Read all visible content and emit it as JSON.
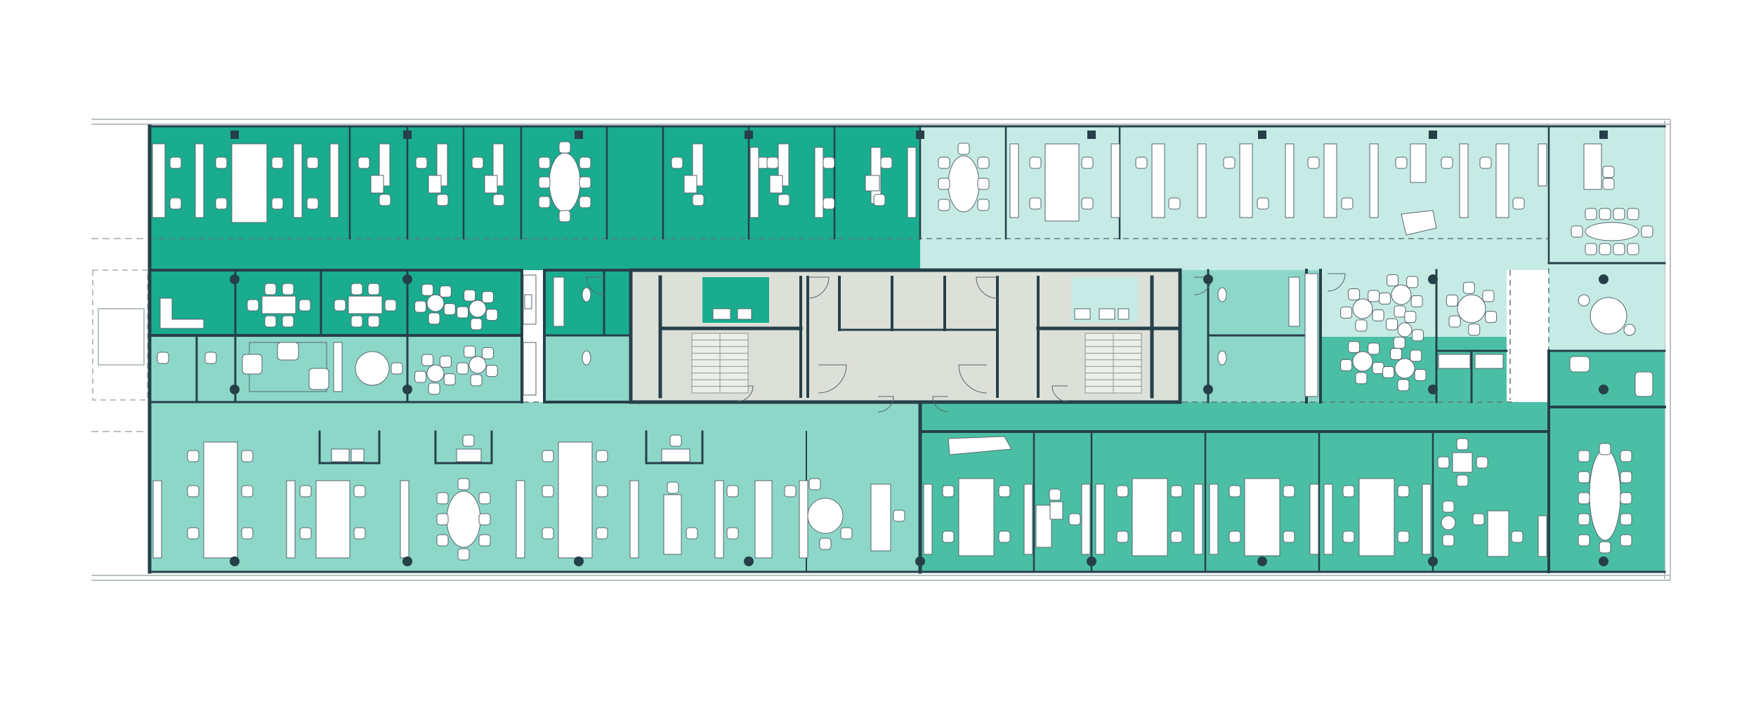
{
  "colors": {
    "dark_green": "#1aac8f",
    "medium_green": "#4bbfa5",
    "mint": "#8dd7c8",
    "pale_mint": "#c6ebe4",
    "core_gray": "#dde0d8",
    "wall": "#26404a",
    "furniture": "#ffffff",
    "furniture_stroke": "#56666c",
    "page": "#ffffff"
  },
  "zones": [
    {
      "name": "top-left-offices",
      "fill": "dark_green"
    },
    {
      "name": "top-left-corridor",
      "fill": "dark_green"
    },
    {
      "name": "left-meeting-rooms",
      "fill": "dark_green"
    },
    {
      "name": "top-right-open-office",
      "fill": "pale_mint"
    },
    {
      "name": "right-corridor",
      "fill": "pale_mint"
    },
    {
      "name": "left-middle-lounge",
      "fill": "mint"
    },
    {
      "name": "bottom-left-open-office",
      "fill": "mint"
    },
    {
      "name": "restrooms",
      "fill": "mint"
    },
    {
      "name": "bottom-right-offices",
      "fill": "medium_green"
    },
    {
      "name": "right-middle-meeting",
      "fill": "medium_green"
    },
    {
      "name": "building-core",
      "fill": "core_gray"
    }
  ],
  "icons": {
    "chair": "chair-icon",
    "desk": "desk-icon",
    "table": "meeting-table-icon",
    "sofa": "sofa-icon",
    "column": "column-icon",
    "stair": "staircase-icon",
    "door": "door-swing-icon"
  }
}
